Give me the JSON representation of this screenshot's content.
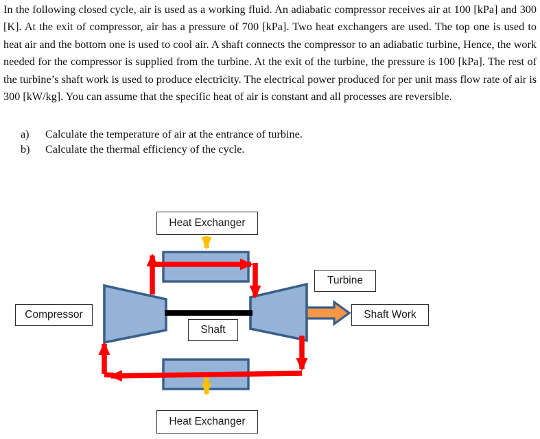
{
  "problem": {
    "body": "In the following closed cycle, air is used as a working fluid. An adiabatic compressor receives air at 100 [kPa] and 300 [K].  At the exit of compressor, air has a pressure of 700 [kPa]. Two heat exchangers are used. The top one is used to heat air and the bottom one is used to cool air. A shaft connects the compressor to an adiabatic turbine, Hence, the work needed for the compressor is supplied from the turbine. At the exit of the turbine, the pressure is 100 [kPa]. The rest of the turbine’s shaft work is used to produce electricity. The electrical power produced for per unit mass flow rate of air is 300 [kW/kg]. You can assume that the specific heat of air is constant and all processes are reversible.",
    "questions": [
      {
        "marker": "a)",
        "text": "Calculate the temperature of air at the entrance of turbine."
      },
      {
        "marker": "b)",
        "text": "Calculate the thermal efficiency of the cycle."
      }
    ]
  },
  "diagram": {
    "labels": {
      "heat_exchanger_top": "Heat Exchanger",
      "heat_exchanger_bottom": "Heat Exchanger",
      "compressor": "Compressor",
      "turbine": "Turbine",
      "shaft": "Shaft",
      "shaft_work": "Shaft Work"
    },
    "colors": {
      "device_fill": "#95B3D7",
      "device_stroke": "#3A5F8A",
      "flow_red": "#FF0000",
      "heat_orange": "#FFC000",
      "work_orange": "#F79646",
      "work_outline": "#3A5F8A",
      "shaft_black": "#000000",
      "label_border": "#2B2B2B",
      "label_fill": "#FFFFFF"
    },
    "flow_description": {
      "compressor_inlet": "bottom-left of compressor, red arrow upward",
      "compressor_outlet": "top-right of compressor, red arrow upward into top heat exchanger",
      "top_hx_direction": "left to right",
      "turbine_inlet": "top-left of turbine, red arrow downward",
      "turbine_outlet": "bottom-right of turbine, red arrow downward into bottom heat exchanger",
      "bottom_hx_direction": "right to left",
      "top_hx_heat": "heat added, orange arrow pointing down into exchanger",
      "bottom_hx_heat": "heat rejected, orange arrow pointing down out of exchanger",
      "shaft_work_arrow": "orange arrow pointing right from turbine"
    }
  }
}
